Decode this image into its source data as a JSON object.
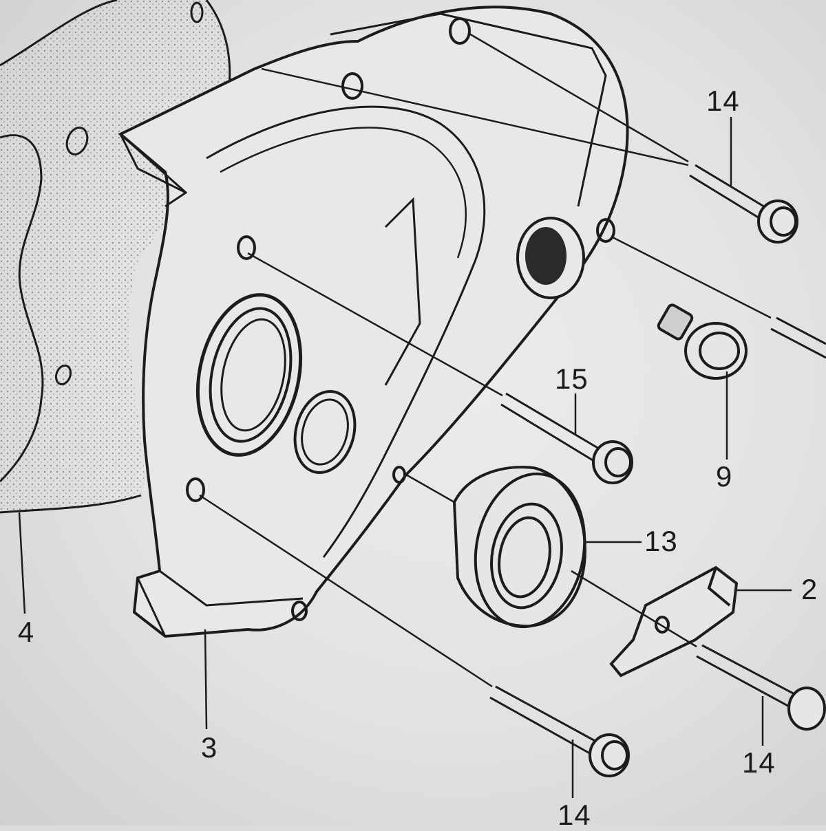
{
  "diagram": {
    "callouts": {
      "bolt_upper_right": "14",
      "bolt_middle": "15",
      "flange_bolt": "9",
      "oil_seal": "13",
      "bracket": "2",
      "bolt_lower_right": "14",
      "gasket": "4",
      "cover": "3",
      "bolt_bottom": "14"
    },
    "colors": {
      "paper": "#e4e4e4",
      "ink": "#1c1c1c"
    }
  }
}
